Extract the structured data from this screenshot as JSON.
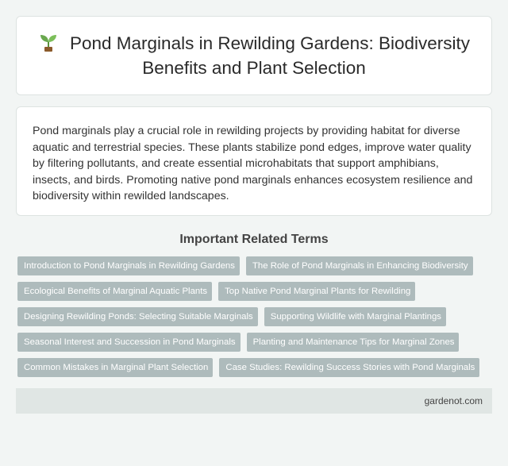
{
  "header": {
    "icon": "sprout-icon",
    "title": "Pond Marginals in Rewilding Gardens: Biodiversity Benefits and Plant Selection"
  },
  "intro": {
    "text": "Pond marginals play a crucial role in rewilding projects by providing habitat for diverse aquatic and terrestrial species. These plants stabilize pond edges, improve water quality by filtering pollutants, and create essential microhabitats that support amphibians, insects, and birds. Promoting native pond marginals enhances ecosystem resilience and biodiversity within rewilded landscapes."
  },
  "related": {
    "heading": "Important Related Terms",
    "terms": [
      "Introduction to Pond Marginals in Rewilding Gardens",
      "The Role of Pond Marginals in Enhancing Biodiversity",
      "Ecological Benefits of Marginal Aquatic Plants",
      "Top Native Pond Marginal Plants for Rewilding",
      "Designing Rewilding Ponds: Selecting Suitable Marginals",
      "Supporting Wildlife with Marginal Plantings",
      "Seasonal Interest and Succession in Pond Marginals",
      "Planting and Maintenance Tips for Marginal Zones",
      "Common Mistakes in Marginal Plant Selection",
      "Case Studies: Rewilding Success Stories with Pond Marginals"
    ]
  },
  "footer": {
    "site": "gardenot.com"
  },
  "colors": {
    "background": "#f2f5f4",
    "tag_background": "#aebbbc",
    "footer_background": "#e0e6e4",
    "sprout_leaf": "#6aa84f",
    "sprout_pot": "#8b5a2b"
  }
}
